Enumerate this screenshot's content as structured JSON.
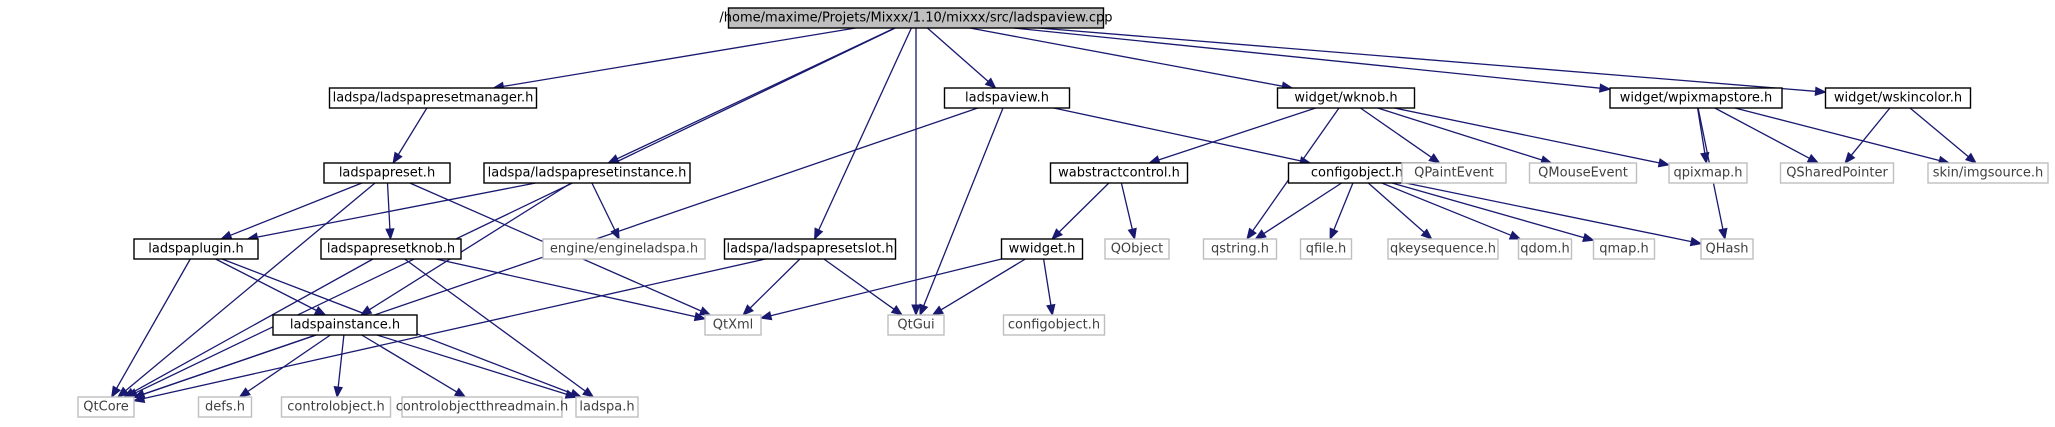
{
  "diagram": {
    "type": "include-dependency-graph",
    "colors": {
      "edge": "#191970",
      "root_fill": "#bfbfbf",
      "local_border": "#000000",
      "external_border": "#bfbfbf",
      "external_text": "#404040"
    },
    "nodes": [
      {
        "id": "root",
        "label": "/home/maxime/Projets/Mixxx/1.10/mixxx/src/ladspaview.cpp",
        "kind": "root"
      },
      {
        "id": "lpm",
        "label": "ladspa/ladspapresetmanager.h",
        "kind": "local"
      },
      {
        "id": "lv",
        "label": "ladspaview.h",
        "kind": "local"
      },
      {
        "id": "wk",
        "label": "widget/wknob.h",
        "kind": "local"
      },
      {
        "id": "wps",
        "label": "widget/wpixmapstore.h",
        "kind": "local"
      },
      {
        "id": "wsc",
        "label": "widget/wskincolor.h",
        "kind": "local"
      },
      {
        "id": "lp",
        "label": "ladspapreset.h",
        "kind": "local"
      },
      {
        "id": "lpi",
        "label": "ladspa/ladspapresetinstance.h",
        "kind": "local"
      },
      {
        "id": "wac",
        "label": "wabstractcontrol.h",
        "kind": "local"
      },
      {
        "id": "co",
        "label": "configobject.h",
        "kind": "local"
      },
      {
        "id": "lplug",
        "label": "ladspaplugin.h",
        "kind": "local"
      },
      {
        "id": "lpk",
        "label": "ladspapresetknob.h",
        "kind": "local"
      },
      {
        "id": "lps",
        "label": "ladspa/ladspapresetslot.h",
        "kind": "local"
      },
      {
        "id": "ww",
        "label": "wwidget.h",
        "kind": "local"
      },
      {
        "id": "li",
        "label": "ladspainstance.h",
        "kind": "local"
      },
      {
        "id": "qtcore",
        "label": "QtCore",
        "kind": "external"
      },
      {
        "id": "qtgui",
        "label": "QtGui",
        "kind": "external"
      },
      {
        "id": "qtxml",
        "label": "QtXml",
        "kind": "external"
      },
      {
        "id": "qpe",
        "label": "QPaintEvent",
        "kind": "external"
      },
      {
        "id": "qme",
        "label": "QMouseEvent",
        "kind": "external"
      },
      {
        "id": "qpix",
        "label": "qpixmap.h",
        "kind": "external"
      },
      {
        "id": "qsp",
        "label": "QSharedPointer",
        "kind": "external"
      },
      {
        "id": "skin",
        "label": "skin/imgsource.h",
        "kind": "external"
      },
      {
        "id": "eng",
        "label": "engine/engineladspa.h",
        "kind": "external"
      },
      {
        "id": "qobj",
        "label": "QObject",
        "kind": "external"
      },
      {
        "id": "qstr",
        "label": "qstring.h",
        "kind": "external"
      },
      {
        "id": "qfile",
        "label": "qfile.h",
        "kind": "external"
      },
      {
        "id": "qks",
        "label": "qkeysequence.h",
        "kind": "external"
      },
      {
        "id": "qdom",
        "label": "qdom.h",
        "kind": "external"
      },
      {
        "id": "qmap",
        "label": "qmap.h",
        "kind": "external"
      },
      {
        "id": "qhash",
        "label": "QHash",
        "kind": "external"
      },
      {
        "id": "co2",
        "label": "configobject.h",
        "kind": "external"
      },
      {
        "id": "defs",
        "label": "defs.h",
        "kind": "external"
      },
      {
        "id": "ctl",
        "label": "controlobject.h",
        "kind": "external"
      },
      {
        "id": "ctm",
        "label": "controlobjectthreadmain.h",
        "kind": "external"
      },
      {
        "id": "ladspa",
        "label": "ladspa.h",
        "kind": "external"
      }
    ],
    "edges": [
      [
        "root",
        "qtcore"
      ],
      [
        "root",
        "lpm"
      ],
      [
        "root",
        "lpi"
      ],
      [
        "root",
        "lps"
      ],
      [
        "root",
        "qtgui"
      ],
      [
        "root",
        "lv"
      ],
      [
        "root",
        "wk"
      ],
      [
        "root",
        "wps"
      ],
      [
        "root",
        "wsc"
      ],
      [
        "lpm",
        "lp"
      ],
      [
        "lv",
        "qtcore"
      ],
      [
        "lv",
        "qtgui"
      ],
      [
        "lv",
        "co"
      ],
      [
        "wk",
        "wac"
      ],
      [
        "wk",
        "qstr"
      ],
      [
        "wk",
        "qpe"
      ],
      [
        "wk",
        "qme"
      ],
      [
        "wk",
        "qpix"
      ],
      [
        "wps",
        "qpix"
      ],
      [
        "wps",
        "qhash"
      ],
      [
        "wps",
        "qsp"
      ],
      [
        "wps",
        "skin"
      ],
      [
        "wsc",
        "qsp"
      ],
      [
        "wsc",
        "skin"
      ],
      [
        "lp",
        "qtcore"
      ],
      [
        "lp",
        "lplug"
      ],
      [
        "lp",
        "lpk"
      ],
      [
        "lp",
        "qtxml"
      ],
      [
        "lpi",
        "lplug"
      ],
      [
        "lpi",
        "li"
      ],
      [
        "lpi",
        "eng"
      ],
      [
        "wac",
        "ww"
      ],
      [
        "wac",
        "qobj"
      ],
      [
        "co",
        "qstr"
      ],
      [
        "co",
        "qfile"
      ],
      [
        "co",
        "qks"
      ],
      [
        "co",
        "qdom"
      ],
      [
        "co",
        "qmap"
      ],
      [
        "co",
        "qhash"
      ],
      [
        "lplug",
        "li"
      ],
      [
        "lplug",
        "qtcore"
      ],
      [
        "lplug",
        "ladspa"
      ],
      [
        "lpk",
        "qtcore"
      ],
      [
        "lpk",
        "qtxml"
      ],
      [
        "lpk",
        "ladspa"
      ],
      [
        "lps",
        "qtcore"
      ],
      [
        "lps",
        "qtxml"
      ],
      [
        "lps",
        "qtgui"
      ],
      [
        "ww",
        "qtxml"
      ],
      [
        "ww",
        "qtgui"
      ],
      [
        "ww",
        "co2"
      ],
      [
        "li",
        "qtcore"
      ],
      [
        "li",
        "defs"
      ],
      [
        "li",
        "ctl"
      ],
      [
        "li",
        "ctm"
      ],
      [
        "li",
        "ladspa"
      ]
    ]
  }
}
